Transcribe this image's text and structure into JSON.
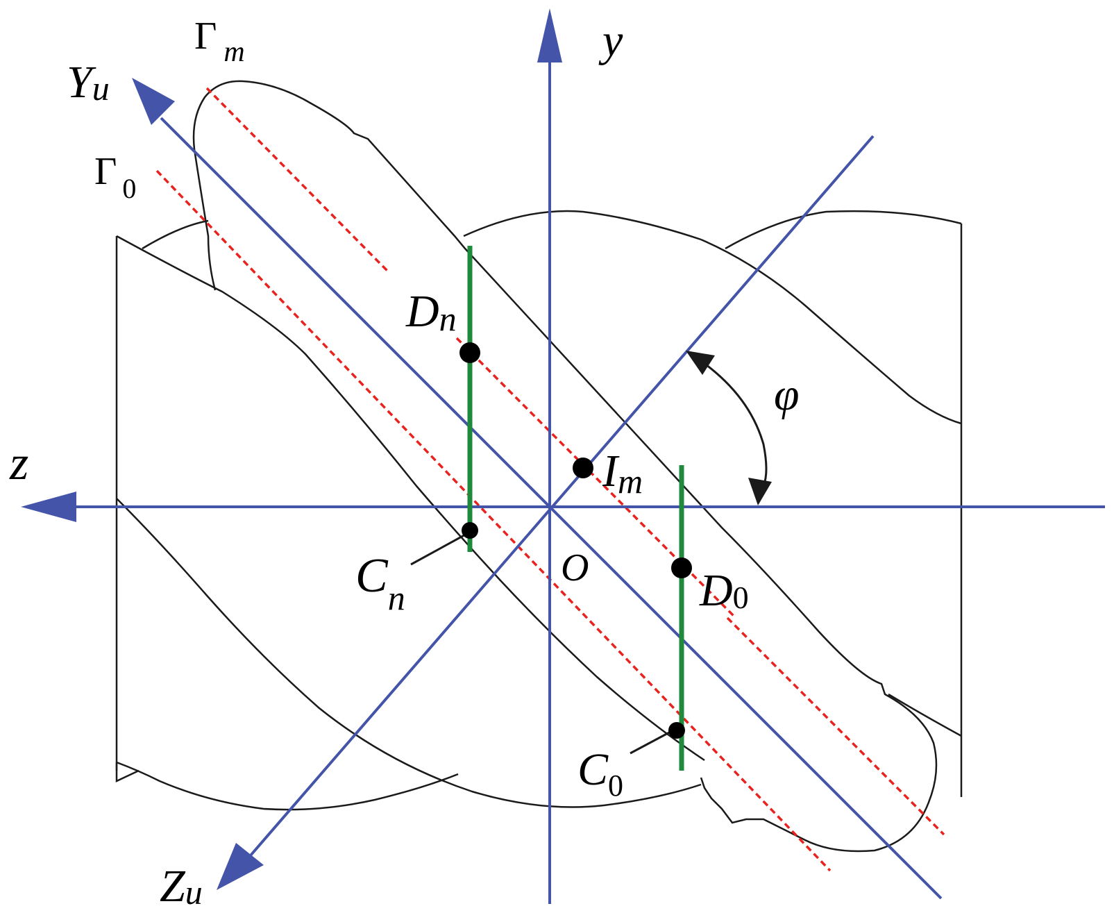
{
  "colors": {
    "axis": "#4454a8",
    "outline": "#1a1a1a",
    "dashed": "#e8231f",
    "green": "#1f8a3c",
    "point": "#000000"
  },
  "labels": {
    "y_axis": "y",
    "z_axis": "z",
    "Yu_main": "Y",
    "Yu_sub": "u",
    "Zu_main": "Z",
    "Zu_sub": "u",
    "gamma_m_main": "Γ",
    "gamma_m_sub": "m",
    "gamma_0_main": "Γ",
    "gamma_0_sub": "0",
    "Dn_main": "D",
    "Dn_sub": "n",
    "Cn_main": "C",
    "Cn_sub": "n",
    "Im_main": "I",
    "Im_sub": "m",
    "D0_main": "D",
    "D0_sub": "0",
    "C0_main": "C",
    "C0_sub": "0",
    "origin": "O",
    "angle": "φ"
  }
}
